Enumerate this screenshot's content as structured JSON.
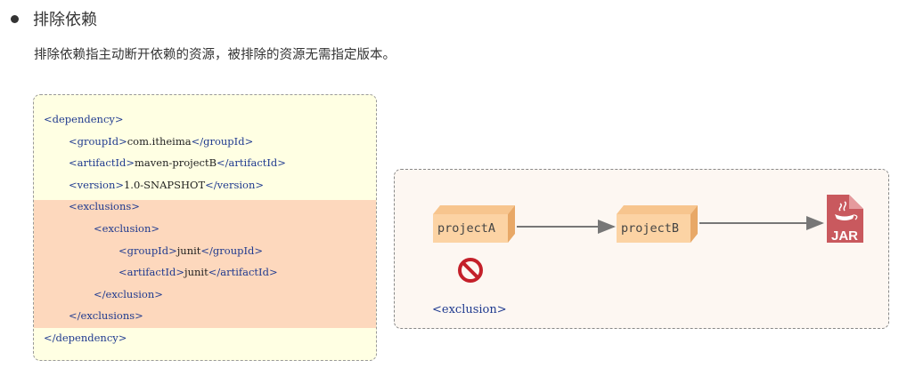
{
  "heading": {
    "title": "排除依赖"
  },
  "description": "排除依赖指主动断开依赖的资源，被排除的资源无需指定版本。",
  "code": {
    "lines": [
      {
        "indent": 0,
        "parts": [
          {
            "t": "tag",
            "v": "<dependency>"
          }
        ]
      },
      {
        "indent": 1,
        "parts": [
          {
            "t": "tag",
            "v": "<groupId>"
          },
          {
            "t": "text",
            "v": "com.itheima"
          },
          {
            "t": "tag",
            "v": "</groupId>"
          }
        ]
      },
      {
        "indent": 1,
        "parts": [
          {
            "t": "tag",
            "v": "<artifactId>"
          },
          {
            "t": "text",
            "v": "maven-projectB"
          },
          {
            "t": "tag",
            "v": "</artifactId>"
          }
        ]
      },
      {
        "indent": 1,
        "parts": [
          {
            "t": "tag",
            "v": "<version>"
          },
          {
            "t": "text",
            "v": "1.0-SNAPSHOT"
          },
          {
            "t": "tag",
            "v": "</version>"
          }
        ]
      },
      {
        "indent": 1,
        "parts": [
          {
            "t": "tag",
            "v": "<exclusions>"
          }
        ]
      },
      {
        "indent": 2,
        "parts": [
          {
            "t": "tag",
            "v": "<exclusion>"
          }
        ]
      },
      {
        "indent": 3,
        "parts": [
          {
            "t": "tag",
            "v": "<groupId>"
          },
          {
            "t": "text",
            "v": "junit"
          },
          {
            "t": "tag",
            "v": "</groupId>"
          }
        ]
      },
      {
        "indent": 3,
        "parts": [
          {
            "t": "tag",
            "v": "<artifactId>"
          },
          {
            "t": "text",
            "v": "junit"
          },
          {
            "t": "tag",
            "v": "</artifactId>"
          }
        ]
      },
      {
        "indent": 2,
        "parts": [
          {
            "t": "tag",
            "v": "</exclusion>"
          }
        ]
      },
      {
        "indent": 1,
        "parts": [
          {
            "t": "tag",
            "v": "</exclusions>"
          }
        ]
      },
      {
        "indent": 0,
        "parts": [
          {
            "t": "tag",
            "v": "</dependency>"
          }
        ]
      }
    ]
  },
  "diagram": {
    "project_a": "projectA",
    "project_b": "projectB",
    "jar_label": "JAR",
    "exclusion_label": "<exclusion>"
  },
  "colors": {
    "code_bg": "#ffffe3",
    "highlight_bg": "#fdd8bd",
    "tag_color": "#1f3a8f",
    "cube_front": "#fcd3a4",
    "jar_red": "#c9595e",
    "no_sign": "#c4202a"
  }
}
